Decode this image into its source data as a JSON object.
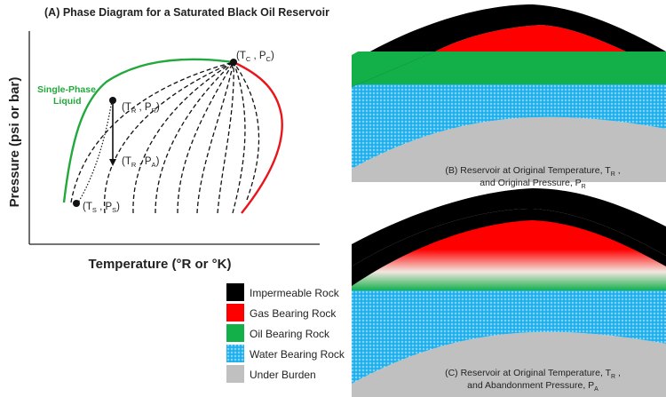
{
  "panel_a": {
    "title": "(A)  Phase Diagram for a Saturated Black Oil Reservoir",
    "y_axis_label": "Pressure (psi or bar)",
    "x_axis_label": "Temperature (°R or °K)",
    "region_label_line1": "Single-Phase",
    "region_label_line2": "Liquid",
    "points": {
      "critical": {
        "p": "(T",
        "s1": "C",
        "m": " , P",
        "s2": "C",
        "e": ")"
      },
      "reservoir_initial": {
        "p": "(T",
        "s1": "R",
        "m": " , P",
        "s2": "R",
        "e": ")"
      },
      "reservoir_abandon": {
        "p": "(T",
        "s1": "R",
        "m": " , P",
        "s2": "A",
        "e": ")"
      },
      "surface": {
        "p": "(T",
        "s1": "S",
        "m": " , P",
        "s2": "S",
        "e": ")"
      }
    },
    "colors": {
      "bubble_point": "#22a83c",
      "dew_point": "#e8161b"
    }
  },
  "panel_b": {
    "caption_line1_pre": "(B) Reservoir at Original Temperature, T",
    "caption_line1_sub": "R",
    "caption_line1_post": " ,",
    "caption_line2_pre": "and Original Pressure, P",
    "caption_line2_sub": "R"
  },
  "panel_c": {
    "caption_line1_pre": "(C) Reservoir at Original Temperature, T",
    "caption_line1_sub": "R",
    "caption_line1_post": " ,",
    "caption_line2_pre": "and Abandonment Pressure, P",
    "caption_line2_sub": "A"
  },
  "legend": [
    {
      "label": "Impermeable Rock",
      "color": "#000000",
      "icon": "solid"
    },
    {
      "label": "Gas Bearing Rock",
      "color": "#ff0000",
      "icon": "solid"
    },
    {
      "label": "Oil Bearing Rock",
      "color": "#13b04a",
      "icon": "solid"
    },
    {
      "label": "Water Bearing Rock",
      "color": "#29b6f0",
      "icon": "dotted"
    },
    {
      "label": "Under Burden",
      "color": "#c0c0c0",
      "icon": "solid"
    }
  ]
}
